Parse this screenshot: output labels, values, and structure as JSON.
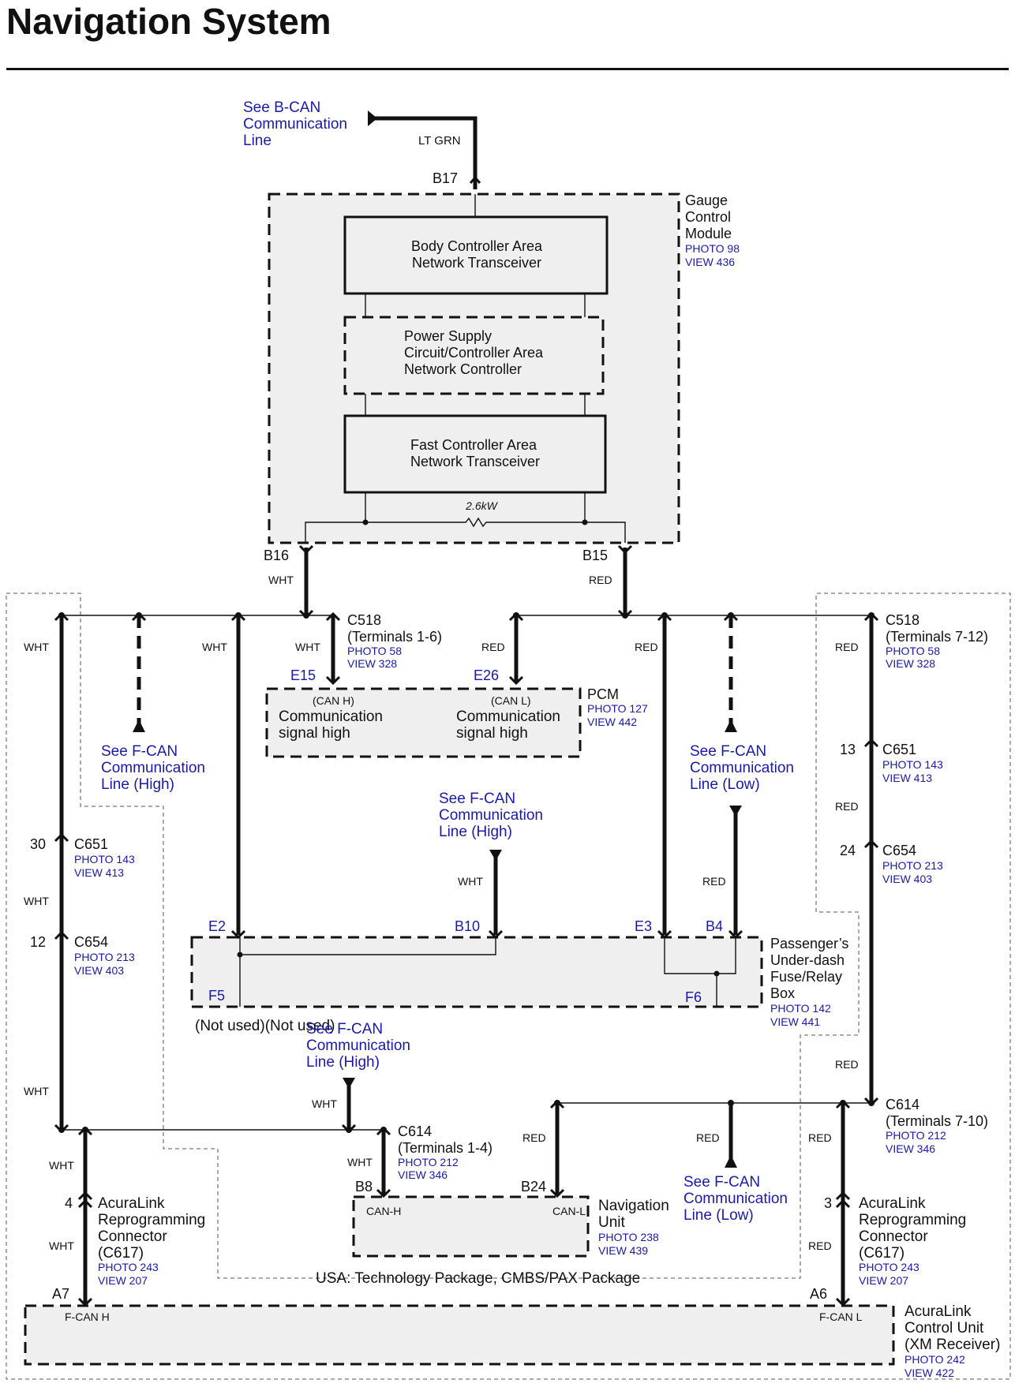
{
  "title": "Navigation System",
  "modules": {
    "gcm": {
      "name": [
        "Gauge",
        "Control",
        "Module"
      ],
      "photo": "PHOTO 98",
      "view": "VIEW 436",
      "blocks": [
        [
          "Body Controller Area",
          "Network Transceiver"
        ],
        [
          "Power Supply",
          "Circuit/Controller Area",
          "Network Controller"
        ],
        [
          "Fast Controller Area",
          "Network Transceiver"
        ]
      ],
      "resistor": "2.6kW"
    },
    "pcm": {
      "name": "PCM",
      "photo": "PHOTO 127",
      "view": "VIEW 442",
      "left_tag": "(CAN H)",
      "left_label": [
        "Communication",
        "signal high"
      ],
      "right_tag": "(CAN L)",
      "right_label": [
        "Communication",
        "signal high"
      ]
    },
    "fuse": {
      "name": [
        "Passenger’s",
        "Under-dash",
        "Fuse/Relay",
        "Box"
      ],
      "photo": "PHOTO 142",
      "view": "VIEW 441",
      "not_used": "(Not used)(Not used)"
    },
    "nav": {
      "name": [
        "Navigation",
        "Unit"
      ],
      "photo": "PHOTO 238",
      "view": "VIEW 439",
      "can_h": "CAN-H",
      "can_l": "CAN-L"
    },
    "acura": {
      "name": [
        "AcuraLink",
        "Control Unit",
        "(XM Receiver)"
      ],
      "photo": "PHOTO 242",
      "view": "VIEW 422",
      "fcan_h": "F-CAN H",
      "fcan_l": "F-CAN L"
    }
  },
  "connectors": {
    "c518_left": {
      "name": "C518",
      "sub": "(Terminals 1-6)",
      "photo": "PHOTO 58",
      "view": "VIEW 328"
    },
    "c518_right": {
      "name": "C518",
      "sub": "(Terminals 7-12)",
      "photo": "PHOTO 58",
      "view": "VIEW 328"
    },
    "c651_left": {
      "name": "C651",
      "photo": "PHOTO 143",
      "view": "VIEW 413",
      "pin": "30"
    },
    "c654_left": {
      "name": "C654",
      "photo": "PHOTO 213",
      "view": "VIEW 403",
      "pin": "12"
    },
    "c651_right": {
      "name": "C651",
      "photo": "PHOTO 143",
      "view": "VIEW 413",
      "pin": "13"
    },
    "c654_right": {
      "name": "C654",
      "photo": "PHOTO 213",
      "view": "VIEW 403",
      "pin": "24"
    },
    "c614_left": {
      "name": "C614",
      "sub": "(Terminals 1-4)",
      "photo": "PHOTO 212",
      "view": "VIEW 346"
    },
    "c614_right": {
      "name": "C614",
      "sub": "(Terminals 7-10)",
      "photo": "PHOTO 212",
      "view": "VIEW 346"
    },
    "c617_left": {
      "name": [
        "AcuraLink",
        "Reprogramming",
        "Connector",
        "(C617)"
      ],
      "photo": "PHOTO 243",
      "view": "VIEW 207",
      "pin": "4"
    },
    "c617_right": {
      "name": [
        "AcuraLink",
        "Reprogramming",
        "Connector",
        "(C617)"
      ],
      "photo": "PHOTO 243",
      "view": "VIEW 207",
      "pin": "3"
    }
  },
  "references": {
    "bcan": [
      "See B-CAN",
      "Communication",
      "Line"
    ],
    "fcan_high": [
      "See F-CAN",
      "Communication",
      "Line (High)"
    ],
    "fcan_low": [
      "See F-CAN",
      "Communication",
      "Line (Low)"
    ]
  },
  "terminals": {
    "b17": "B17",
    "b16": "B16",
    "b15": "B15",
    "e15": "E15",
    "e26": "E26",
    "e2": "E2",
    "b10": "B10",
    "e3": "E3",
    "b4": "B4",
    "f5": "F5",
    "f6": "F6",
    "b8": "B8",
    "b24": "B24",
    "a7": "A7",
    "a6": "A6"
  },
  "wire_colors": {
    "ltgrn": "LT GRN",
    "wht": "WHT",
    "red": "RED"
  },
  "package_note": "USA: Technology Package, CMBS/PAX Package",
  "colors": {
    "reference_text": "#1a1aa6",
    "box_fill": "#efefef",
    "line": "#111111"
  }
}
